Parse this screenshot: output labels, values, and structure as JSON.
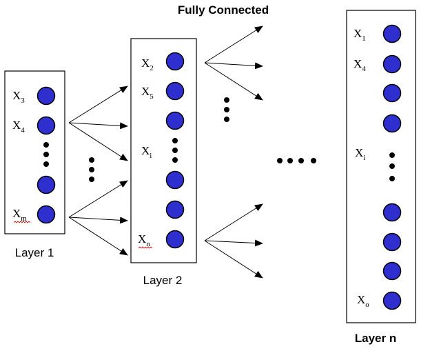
{
  "diagram": {
    "title": "Fully Connected",
    "node_color": "#2f2fd0",
    "layers": [
      {
        "caption": "Layer 1",
        "variables": [
          {
            "base": "X",
            "sub": "3"
          },
          {
            "base": "X",
            "sub": "4"
          },
          {
            "base": "X",
            "sub": "m"
          }
        ]
      },
      {
        "caption": "Layer 2",
        "variables": [
          {
            "base": "X",
            "sub": "2"
          },
          {
            "base": "X",
            "sub": "5"
          },
          {
            "base": "X",
            "sub": "i"
          },
          {
            "base": "X",
            "sub": "n"
          }
        ]
      },
      {
        "caption": "Layer n",
        "variables": [
          {
            "base": "X",
            "sub": "1"
          },
          {
            "base": "X",
            "sub": "4"
          },
          {
            "base": "X",
            "sub": "i"
          },
          {
            "base": "X",
            "sub": "o"
          }
        ]
      }
    ]
  }
}
